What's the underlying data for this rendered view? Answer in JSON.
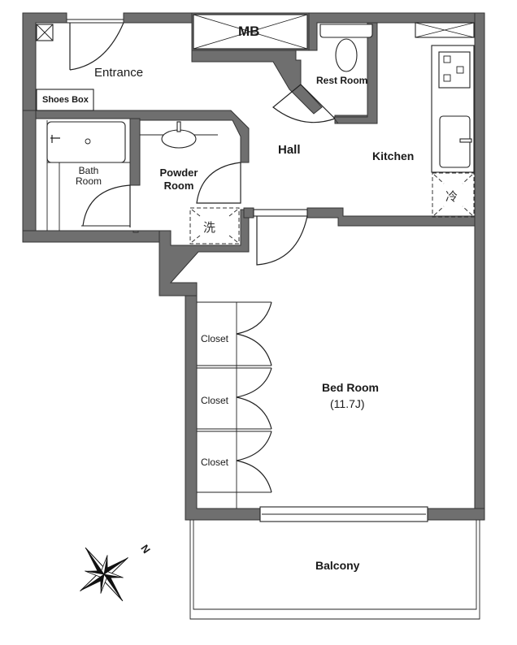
{
  "floor_plan": {
    "rooms": [
      {
        "id": "entrance",
        "label": "Entrance"
      },
      {
        "id": "shoes_box",
        "label": "Shoes Box"
      },
      {
        "id": "mb",
        "label": "MB"
      },
      {
        "id": "rest_room",
        "label": "Rest Room"
      },
      {
        "id": "hall",
        "label": "Hall"
      },
      {
        "id": "kitchen",
        "label": "Kitchen"
      },
      {
        "id": "bath_room",
        "label_line1": "Bath",
        "label_line2": "Room"
      },
      {
        "id": "powder_room",
        "label_line1": "Powder",
        "label_line2": "Room"
      },
      {
        "id": "closet_1",
        "label": "Closet"
      },
      {
        "id": "closet_2",
        "label": "Closet"
      },
      {
        "id": "closet_3",
        "label": "Closet"
      },
      {
        "id": "bed_room",
        "label": "Bed Room",
        "size": "(11.7J)"
      },
      {
        "id": "balcony",
        "label": "Balcony"
      }
    ],
    "symbols": {
      "washer": "洗",
      "fridge": "冷",
      "north": "N"
    },
    "colors": {
      "wall": "#6f6f6f",
      "line": "#222222",
      "background": "#ffffff"
    }
  }
}
